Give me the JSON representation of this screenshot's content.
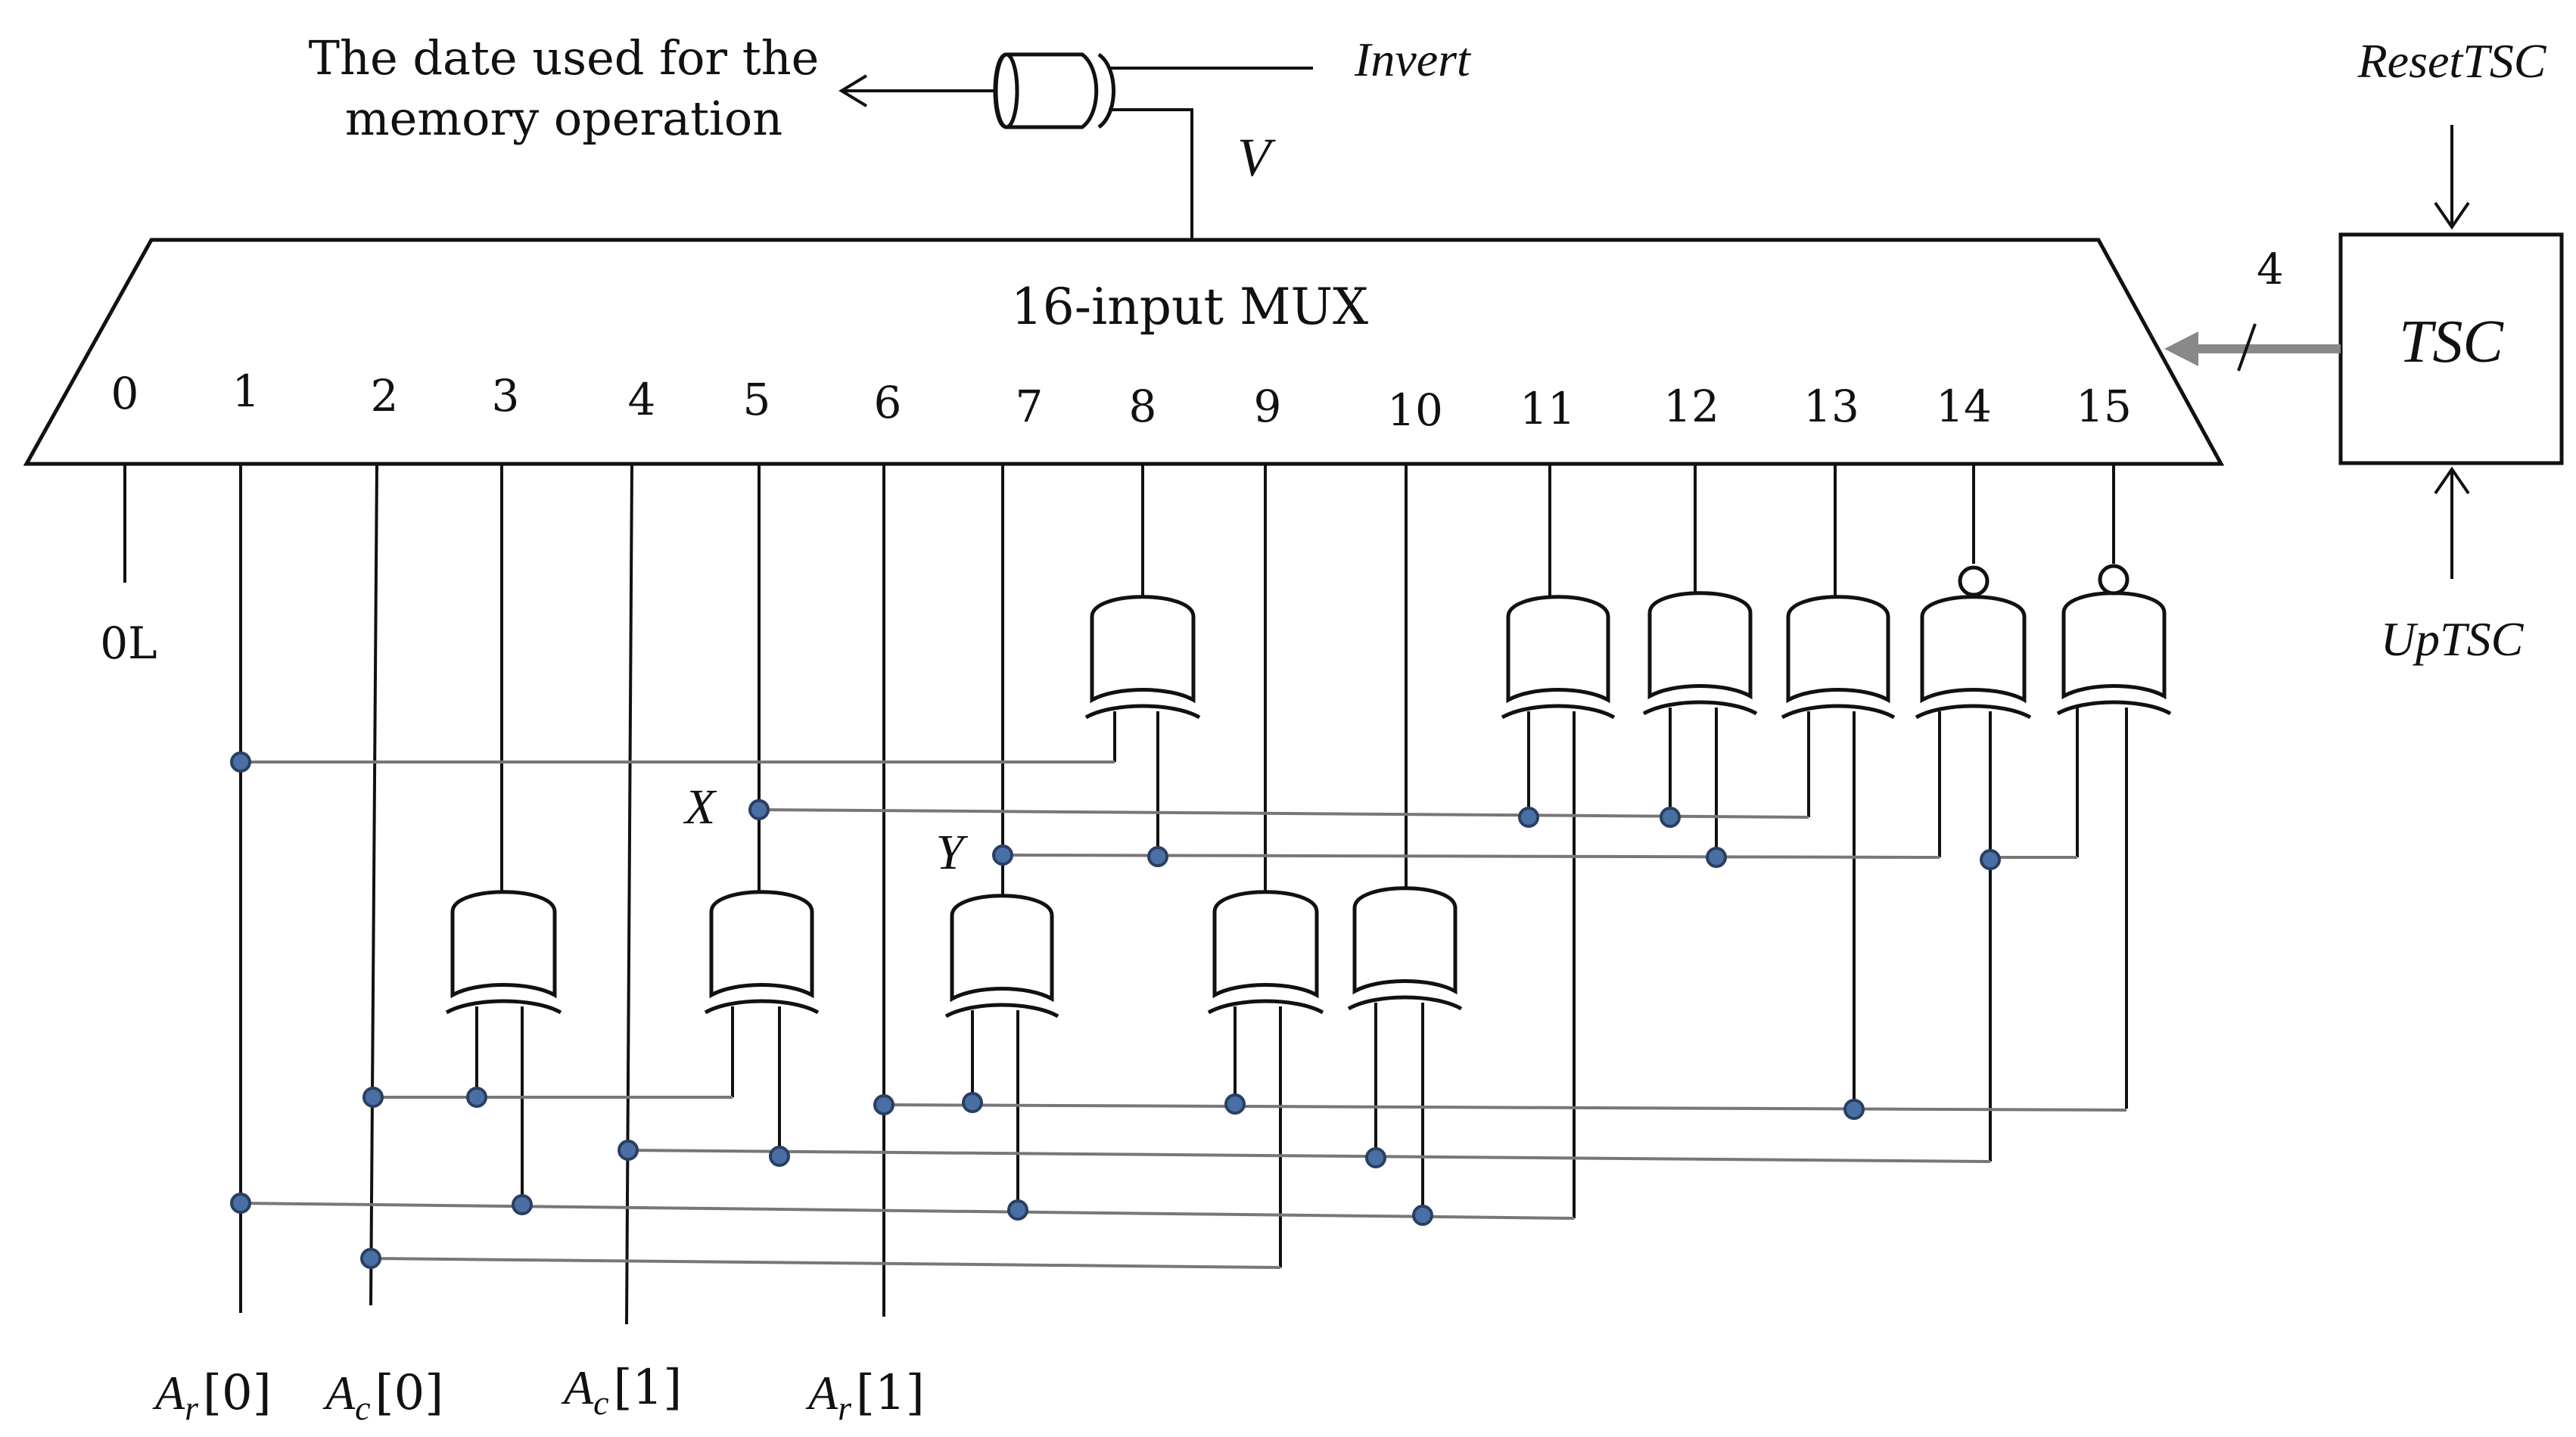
{
  "labels": {
    "output_text_line1": "The date used for the",
    "output_text_line2": "memory operation",
    "invert": "Invert",
    "v": "V",
    "mux_title": "16-input MUX",
    "reset_tsc": "ResetTSC",
    "up_tsc": "UpTSC",
    "tsc": "TSC",
    "bus_width": "4",
    "zero_l": "0L",
    "x": "X",
    "y": "Y"
  },
  "mux_inputs": [
    "0",
    "1",
    "2",
    "3",
    "4",
    "5",
    "6",
    "7",
    "8",
    "9",
    "10",
    "11",
    "12",
    "13",
    "14",
    "15"
  ],
  "address_inputs": [
    {
      "base": "A",
      "sub": "r",
      "index": "[0]"
    },
    {
      "base": "A",
      "sub": "c",
      "index": "[0]"
    },
    {
      "base": "A",
      "sub": "c",
      "index": "[1]"
    },
    {
      "base": "A",
      "sub": "r",
      "index": "[1]"
    }
  ],
  "colors": {
    "line": "#111111",
    "wire": "#777777",
    "dot": "#4a6fa5"
  }
}
